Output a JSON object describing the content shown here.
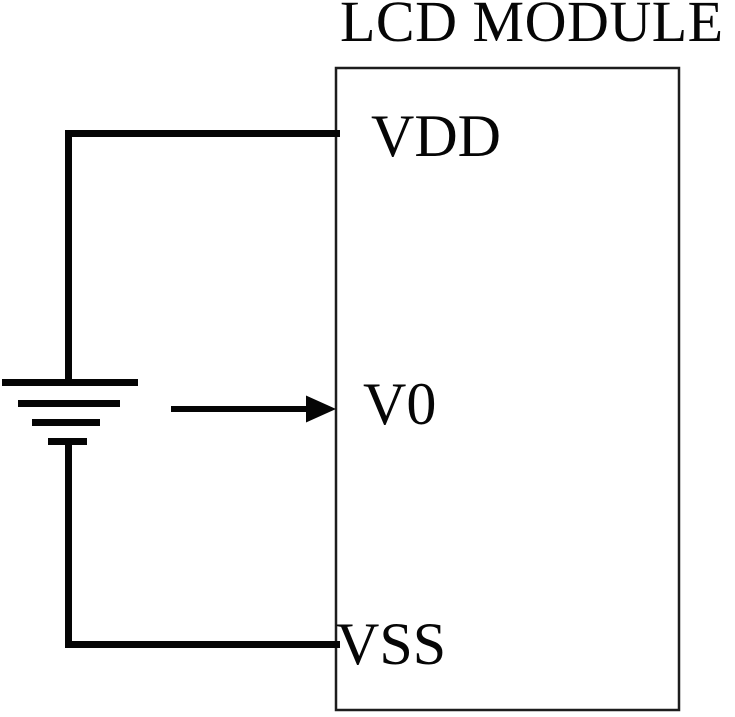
{
  "diagram": {
    "title": "LCD MODULE",
    "module": {
      "name": "LCD MODULE",
      "pins": [
        {
          "name": "VDD"
        },
        {
          "name": "V0"
        },
        {
          "name": "VSS"
        }
      ]
    },
    "symbols": [
      {
        "name": "battery-symbol"
      },
      {
        "name": "arrow-icon",
        "direction": "right"
      }
    ],
    "connections": [
      {
        "from": "battery-top",
        "to": "VDD"
      },
      {
        "from": "battery-bottom",
        "to": "VSS"
      },
      {
        "from": "arrow",
        "to": "V0"
      }
    ],
    "colors": {
      "line": "#050505",
      "box_border": "#1d1d1d",
      "background": "#ffffff"
    }
  }
}
